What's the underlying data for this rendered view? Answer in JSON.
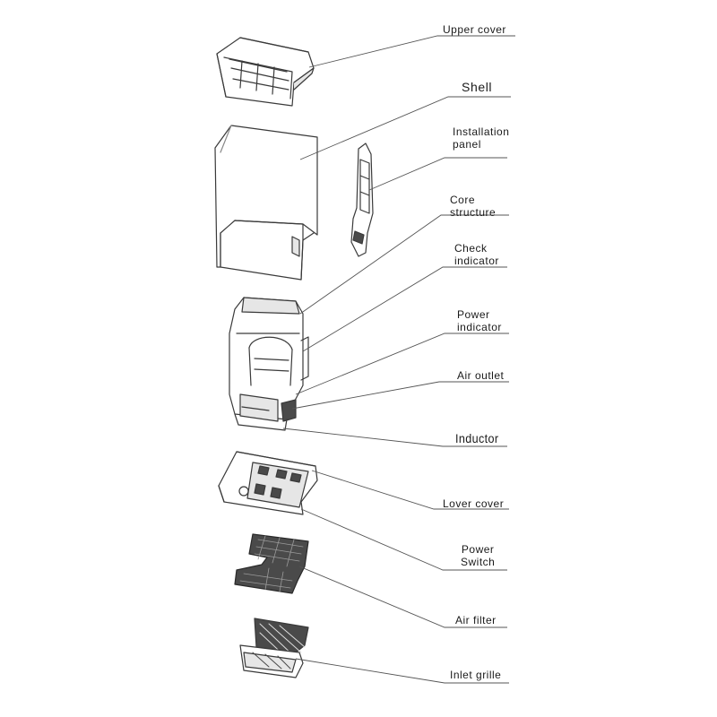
{
  "labels": {
    "upper_cover": "Upper cover",
    "shell": "Shell",
    "installation_panel": [
      "Installation",
      "panel"
    ],
    "core_structure": [
      "Core",
      "structure"
    ],
    "check_indicator": [
      "Check",
      "indicator"
    ],
    "power_indicator": [
      "Power",
      "indicator"
    ],
    "air_outlet": "Air outlet",
    "inductor": "Inductor",
    "lover_cover": "Lover cover",
    "power_switch": [
      "Power",
      "Switch"
    ],
    "air_filter": "Air filter",
    "inlet_grille": "Inlet grille"
  },
  "colors": {
    "stroke": "#3a3a3a",
    "leader": "#555555",
    "text": "#1a1a1a",
    "part_fill": "#ffffff",
    "shade": "#e6e6e6",
    "dark": "#4a4a4a"
  }
}
